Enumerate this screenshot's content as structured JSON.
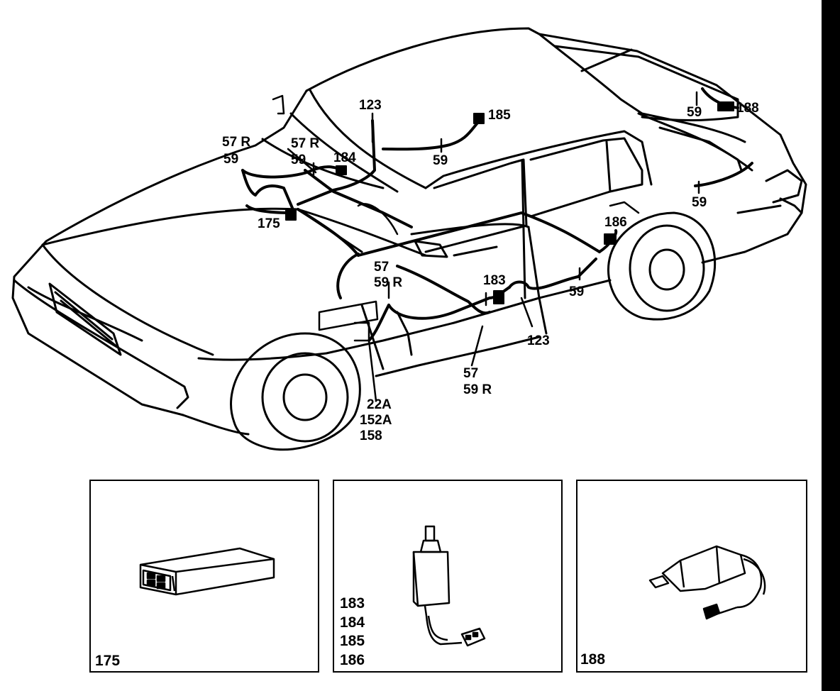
{
  "callouts": {
    "c123_top": "123",
    "c185": "185",
    "c188": "188",
    "c59_rear_top": "59",
    "c57r_left": "57 R",
    "c59_left": "59",
    "c57r_mid": "57 R",
    "c59_mid": "59",
    "c184": "184",
    "c59_roof": "59",
    "c175": "175",
    "c59_right": "59",
    "c186": "186",
    "c57_door": "57",
    "c59r_door": "59 R",
    "c183": "183",
    "c59_sill": "59",
    "c123_bottom": "123",
    "c22a": "22A",
    "c152a": "152A",
    "c158": "158",
    "c57_bottom": "57",
    "c59r_bottom": "59 R"
  },
  "panels": {
    "left": {
      "label": "175",
      "icon": "control-module-icon"
    },
    "middle": {
      "labels": [
        "183",
        "184",
        "185",
        "186"
      ],
      "icon": "door-lock-actuator-icon"
    },
    "right": {
      "label": "188",
      "icon": "boot-lock-actuator-icon"
    }
  }
}
